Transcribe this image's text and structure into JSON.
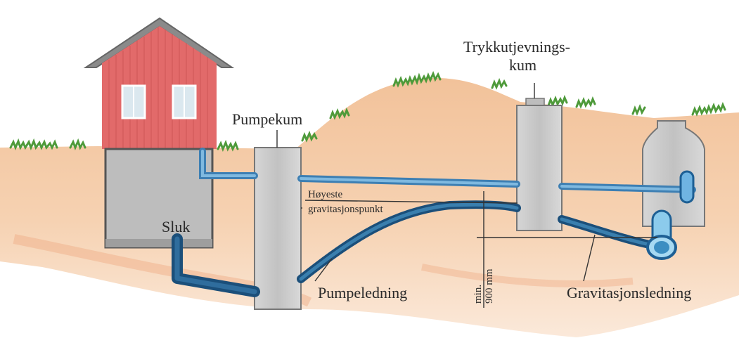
{
  "labels": {
    "pumpekum": "Pumpekum",
    "trykk_line1": "Trykkutjevnings-",
    "trykk_line2": "kum",
    "sluk": "Sluk",
    "hoyeste_line1": "Høyeste",
    "hoyeste_line2": "gravitasjonspunkt",
    "pumpeledning": "Pumpeledning",
    "min": "min.",
    "mm": "900 mm",
    "gravitasjonsledning": "Gravitasjonsledning"
  },
  "colors": {
    "soil_light": "#f7dcc4",
    "soil": "#f0b88e",
    "soil_dark": "#e49a6e",
    "grass": "#4e9a3a",
    "house_wall": "#e06a6a",
    "house_roof": "#8a8a8a",
    "basement": "#bdbdbd",
    "chamber": "#c9c9c9",
    "pipe_light": "#4f93c6",
    "pipe_dark": "#1f5a86",
    "sewer": "#7fc0e6"
  },
  "icons": {
    "house": "house-icon",
    "window": "window-icon"
  }
}
